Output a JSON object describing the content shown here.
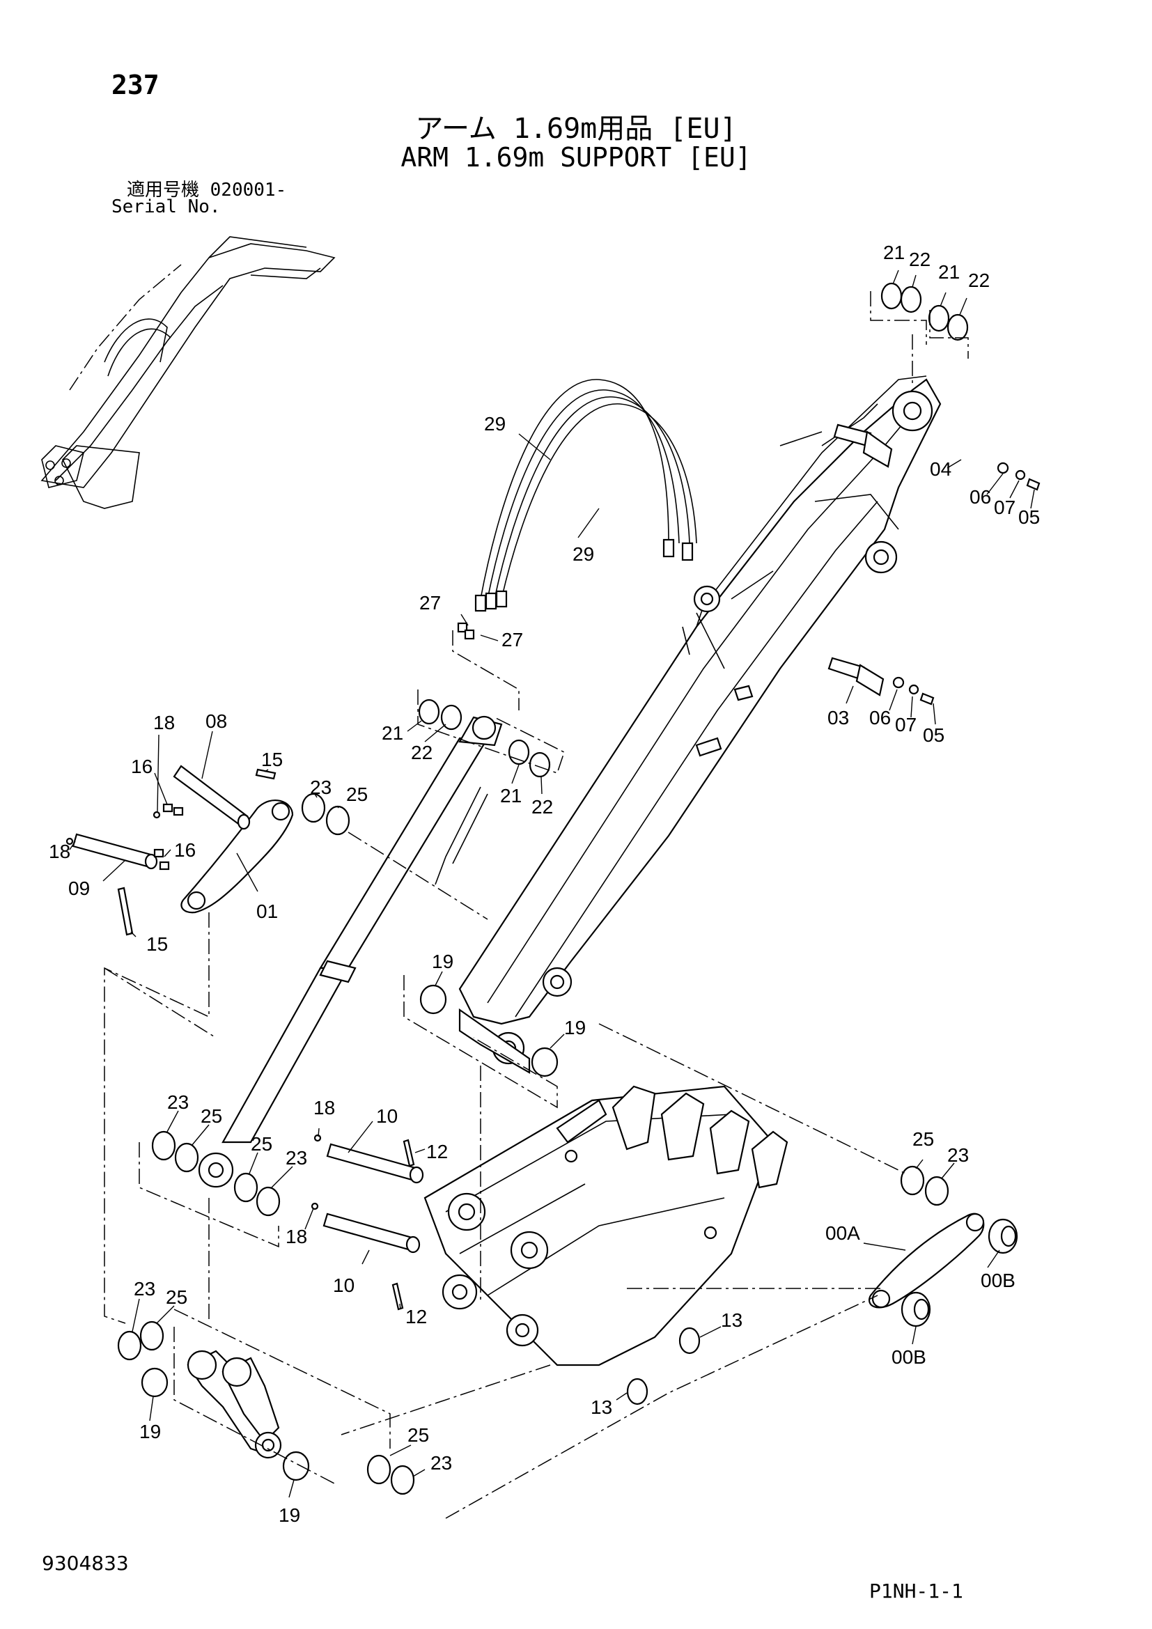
{
  "page_number": "237",
  "title_jp": "アーム 1.69m用品 [EU]",
  "title_en": "ARM 1.69m SUPPORT [EU]",
  "serial_label_jp": "適用号機 020001-",
  "serial_label_en": "Serial No.",
  "document_number": "9304833",
  "sheet_code": "P1NH-1-1",
  "callouts": {
    "c00A": "00A",
    "c00B_1": "00B",
    "c00B_2": "00B",
    "c01": "01",
    "c03": "03",
    "c04": "04",
    "c05_1": "05",
    "c05_2": "05",
    "c06_1": "06",
    "c06_2": "06",
    "c07_1": "07",
    "c07_2": "07",
    "c08": "08",
    "c09": "09",
    "c10_1": "10",
    "c10_2": "10",
    "c12_1": "12",
    "c12_2": "12",
    "c13_1": "13",
    "c13_2": "13",
    "c15_1": "15",
    "c15_2": "15",
    "c16_1": "16",
    "c16_2": "16",
    "c18_1": "18",
    "c18_2": "18",
    "c18_3": "18",
    "c18_4": "18",
    "c19_1": "19",
    "c19_2": "19",
    "c19_3": "19",
    "c19_4": "19",
    "c21_1": "21",
    "c21_2": "21",
    "c21_3": "21",
    "c21_4": "21",
    "c22_1": "22",
    "c22_2": "22",
    "c22_3": "22",
    "c22_4": "22",
    "c23_1": "23",
    "c23_2": "23",
    "c23_3": "23",
    "c23_4": "23",
    "c23_5": "23",
    "c23_6": "23",
    "c25_1": "25",
    "c25_2": "25",
    "c25_3": "25",
    "c25_4": "25",
    "c25_5": "25",
    "c25_6": "25",
    "c27_1": "27",
    "c27_2": "27",
    "c29_1": "29",
    "c29_2": "29"
  }
}
